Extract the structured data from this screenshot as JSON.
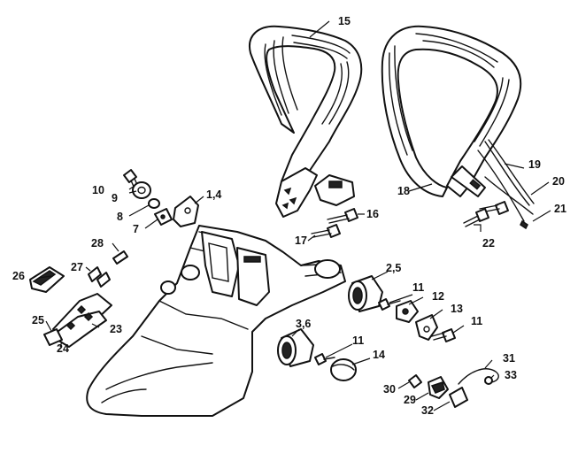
{
  "diagram": {
    "callouts": [
      {
        "id": "c15",
        "label": "15"
      },
      {
        "id": "c10",
        "label": "10"
      },
      {
        "id": "c9",
        "label": "9"
      },
      {
        "id": "c14a",
        "label": "1,4"
      },
      {
        "id": "c8",
        "label": "8"
      },
      {
        "id": "c7",
        "label": "7"
      },
      {
        "id": "c16",
        "label": "16"
      },
      {
        "id": "c17",
        "label": "17"
      },
      {
        "id": "c18",
        "label": "18"
      },
      {
        "id": "c19",
        "label": "19"
      },
      {
        "id": "c20",
        "label": "20"
      },
      {
        "id": "c21",
        "label": "21"
      },
      {
        "id": "c22",
        "label": "22"
      },
      {
        "id": "c28",
        "label": "28"
      },
      {
        "id": "c26",
        "label": "26"
      },
      {
        "id": "c27",
        "label": "27"
      },
      {
        "id": "c25a",
        "label": "2,5"
      },
      {
        "id": "c11a",
        "label": "11"
      },
      {
        "id": "c12",
        "label": "12"
      },
      {
        "id": "c13",
        "label": "13"
      },
      {
        "id": "c11b",
        "label": "11"
      },
      {
        "id": "c25",
        "label": "25"
      },
      {
        "id": "c23",
        "label": "23"
      },
      {
        "id": "c24",
        "label": "24"
      },
      {
        "id": "c36",
        "label": "3,6"
      },
      {
        "id": "c11c",
        "label": "11"
      },
      {
        "id": "c14",
        "label": "14"
      },
      {
        "id": "c31",
        "label": "31"
      },
      {
        "id": "c33",
        "label": "33"
      },
      {
        "id": "c30",
        "label": "30"
      },
      {
        "id": "c29",
        "label": "29"
      },
      {
        "id": "c32",
        "label": "32"
      }
    ]
  }
}
